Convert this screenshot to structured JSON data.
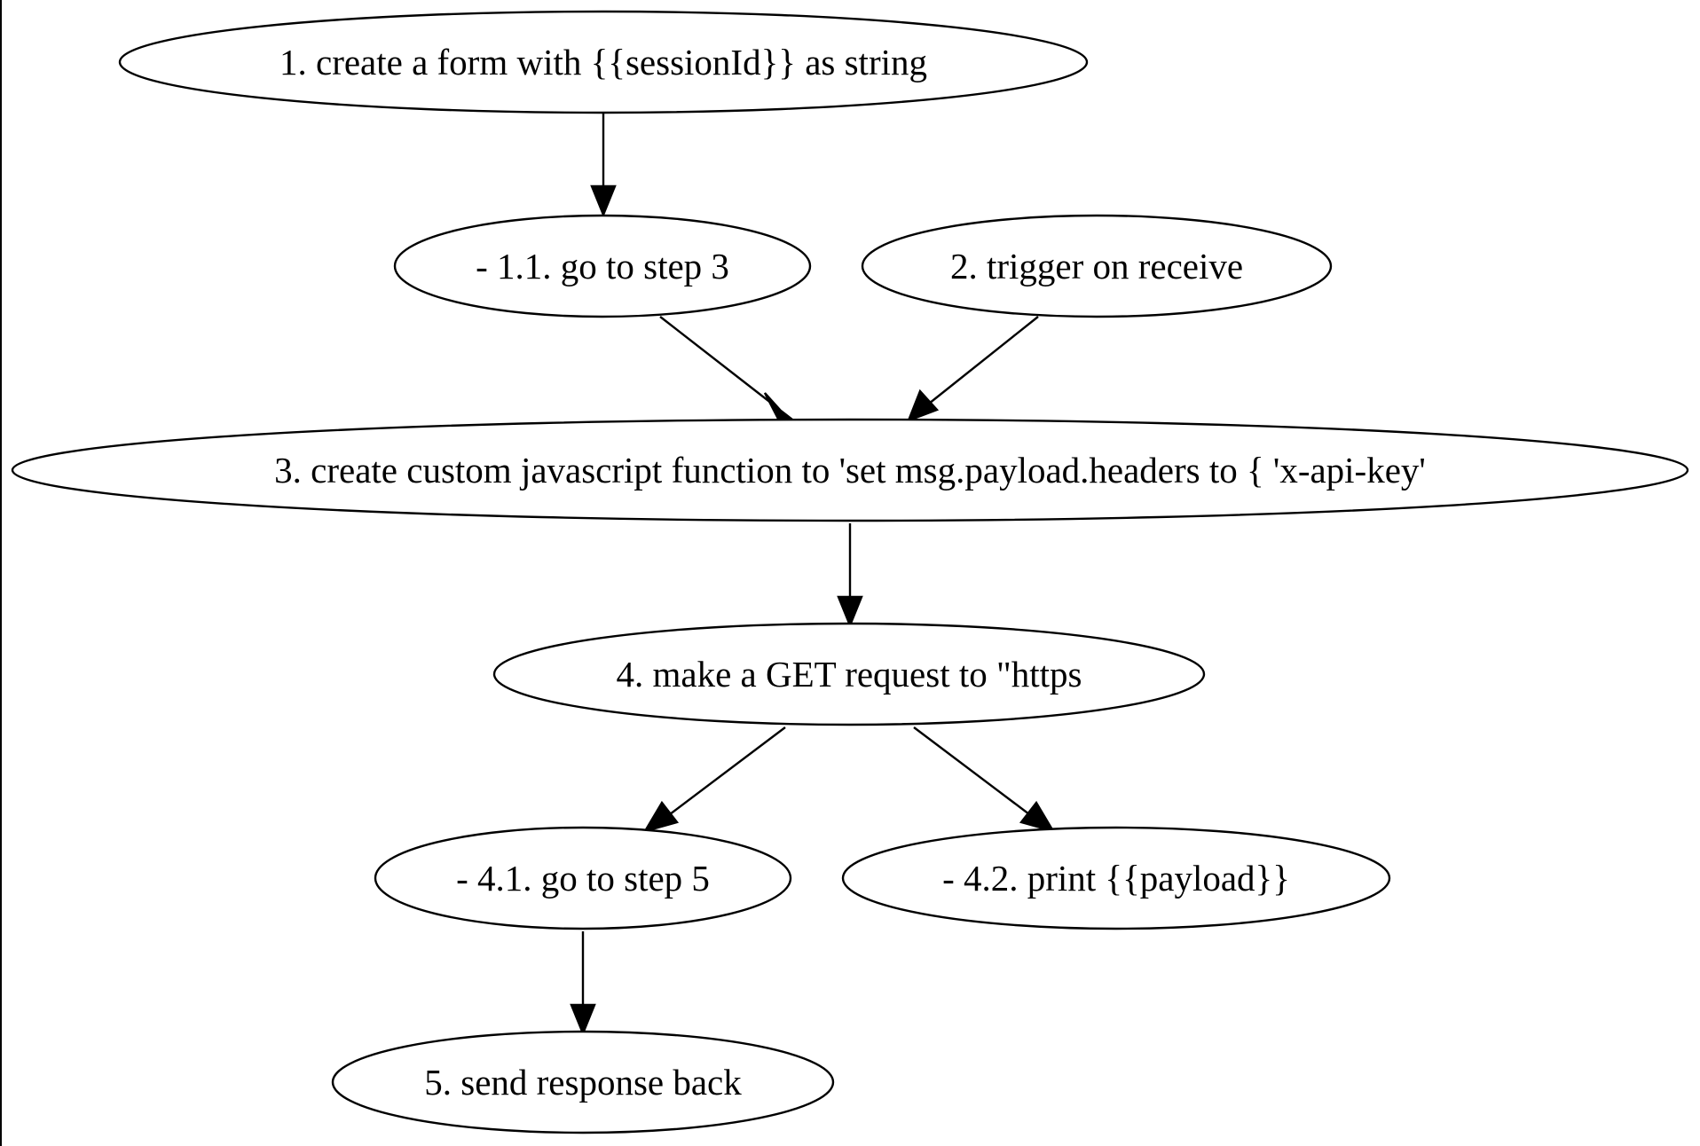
{
  "diagram": {
    "nodes": [
      {
        "id": "step-1",
        "label": "1. create a form with {{sessionId}} as string"
      },
      {
        "id": "step-1-1",
        "label": "- 1.1. go to step 3"
      },
      {
        "id": "step-2",
        "label": "2. trigger on receive"
      },
      {
        "id": "step-3",
        "label": "3. create custom javascript function to 'set msg.payload.headers to { 'x-api-key'"
      },
      {
        "id": "step-4",
        "label": "4. make a GET request to \"https"
      },
      {
        "id": "step-4-1",
        "label": "- 4.1. go to step 5"
      },
      {
        "id": "step-4-2",
        "label": "- 4.2. print {{payload}}"
      },
      {
        "id": "step-5",
        "label": "5. send response back"
      }
    ],
    "edges": [
      {
        "from": "step-1",
        "to": "step-1-1"
      },
      {
        "from": "step-1-1",
        "to": "step-3"
      },
      {
        "from": "step-2",
        "to": "step-3"
      },
      {
        "from": "step-3",
        "to": "step-4"
      },
      {
        "from": "step-4",
        "to": "step-4-1"
      },
      {
        "from": "step-4",
        "to": "step-4-2"
      },
      {
        "from": "step-4-1",
        "to": "step-5"
      }
    ]
  }
}
